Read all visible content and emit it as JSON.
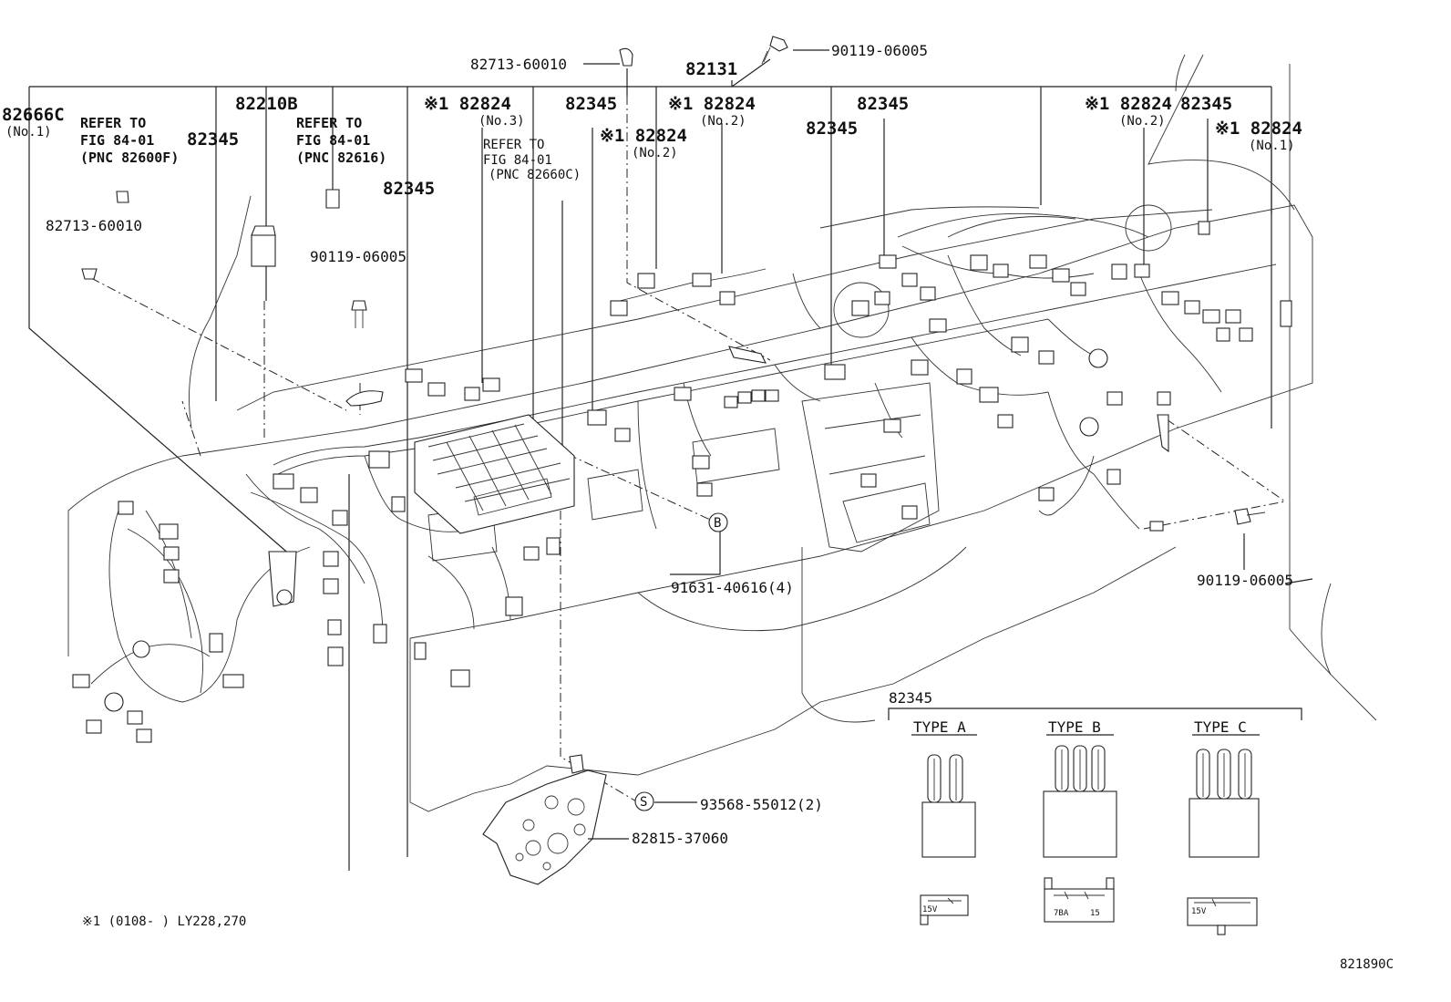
{
  "labels": {
    "l_82666C": "82666C",
    "l_no1_left": "(No.1)",
    "l_refer1_a": "REFER TO",
    "l_refer1_b": "FIG 84-01",
    "l_refer1_c": "(PNC 82600F)",
    "l_82345_a": "82345",
    "l_82210B": "82210B",
    "l_refer2_a": "REFER TO",
    "l_refer2_b": "FIG 84-01",
    "l_refer2_c": "(PNC 82616)",
    "l_82713_left": "82713-60010",
    "l_90119_left": "90119-06005",
    "l_82345_b": "82345",
    "l_82824_no3": "※1 82824",
    "l_no3": "(No.3)",
    "l_refer3_a": "REFER TO",
    "l_refer3_b": "FIG 84-01",
    "l_refer3_c": "(PNC 82660C)",
    "l_82345_c": "82345",
    "l_82713_top": "82713-60010",
    "l_82131": "82131",
    "l_82824_no2a": "※1 82824",
    "l_no2a": "(No.2)",
    "l_82824_no2b": "※1 82824",
    "l_no2b": "(No.2)",
    "l_90119_top": "90119-06005",
    "l_82345_d": "82345",
    "l_82345_e": "82345",
    "l_82824_no2c": "※1 82824",
    "l_no2c": "(No.2)",
    "l_82345_f": "82345",
    "l_82824_no1": "※1 82824",
    "l_no1_right": "(No.1)",
    "l_90119_right": "90119-06005",
    "l_91631": "91631-40616(4)",
    "l_93568": "93568-55012(2)",
    "l_82815": "82815-37060",
    "l_circle_b": "B",
    "l_circle_s": "S",
    "l_footnote": "※1 (0108-        ) LY228,270",
    "l_figcode": "821890C"
  },
  "legend": {
    "title": "82345",
    "type_a": "TYPE A",
    "type_b": "TYPE B",
    "type_c": "TYPE C",
    "a_rating": "15V",
    "b_rating_left": "7BA",
    "b_rating_right": "15",
    "c_rating": "15V"
  }
}
